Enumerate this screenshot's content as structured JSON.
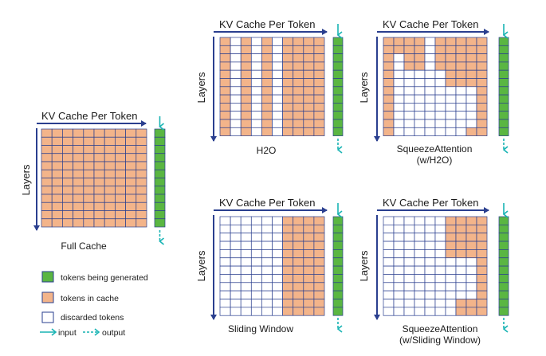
{
  "colors": {
    "cached": "#f3b48a",
    "discarded": "#ffffff",
    "grid_line": "#2a3f8f",
    "generated": "#5ab642",
    "arrow": "#2a3f8f",
    "io_arrow": "#19b4b4"
  },
  "axis_labels": {
    "x": "KV Cache Per Token",
    "y": "Layers"
  },
  "panels": [
    {
      "id": "full-cache",
      "caption_lines": [
        "Full Cache"
      ],
      "rows": 12,
      "cols": 10,
      "pattern": "full"
    },
    {
      "id": "h2o",
      "caption_lines": [
        "H2O"
      ],
      "rows": 12,
      "cols": 10,
      "pattern": "h2o",
      "kept_columns": [
        0,
        2,
        4,
        6,
        7,
        8,
        9
      ]
    },
    {
      "id": "squeeze-h2o",
      "caption_lines": [
        "SqueezeAttention",
        "(w/H2O)"
      ],
      "rows": 12,
      "cols": 10,
      "pattern": "squeeze_h2o"
    },
    {
      "id": "sliding-window",
      "caption_lines": [
        "Sliding Window"
      ],
      "rows": 12,
      "cols": 10,
      "pattern": "sliding",
      "kept_columns": [
        6,
        7,
        8,
        9
      ]
    },
    {
      "id": "squeeze-sliding",
      "caption_lines": [
        "SqueezeAttention",
        "(w/Sliding Window)"
      ],
      "rows": 12,
      "cols": 10,
      "pattern": "squeeze_sliding"
    }
  ],
  "legend": [
    {
      "kind": "generated",
      "label": "tokens being generated"
    },
    {
      "kind": "cached",
      "label": "tokens in cache"
    },
    {
      "kind": "discarded",
      "label": "discarded tokens"
    }
  ],
  "io_legend": {
    "input": "input",
    "output": "output"
  }
}
